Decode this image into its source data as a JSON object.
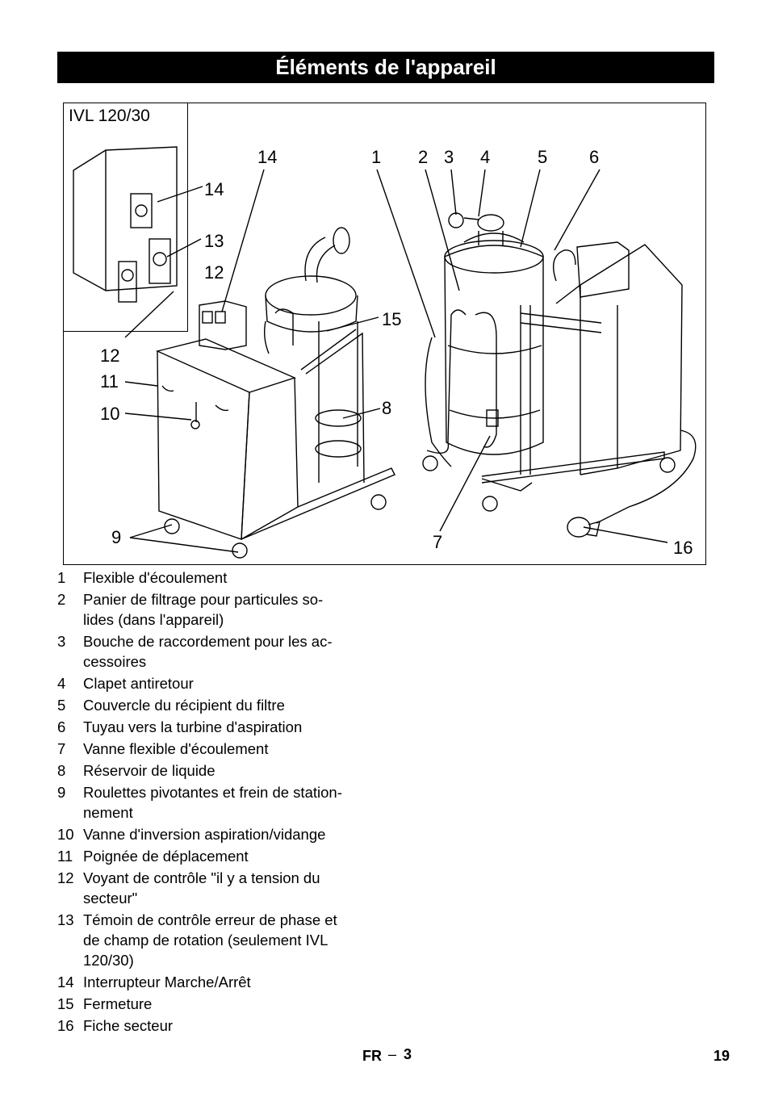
{
  "header": {
    "title": "Éléments de l'appareil"
  },
  "figure": {
    "model": "IVL 120/30",
    "callouts": [
      "14",
      "1",
      "2",
      "3",
      "4",
      "5",
      "6",
      "14",
      "13",
      "12",
      "15",
      "12",
      "11",
      "10",
      "8",
      "9",
      "7",
      "16"
    ]
  },
  "legend": [
    {
      "num": "1",
      "text": "Flexible d'écoulement"
    },
    {
      "num": "2",
      "text": "Panier de filtrage pour particules so-\nlides (dans l'appareil)"
    },
    {
      "num": "3",
      "text": "Bouche de raccordement pour les ac-\ncessoires"
    },
    {
      "num": "4",
      "text": "Clapet antiretour"
    },
    {
      "num": "5",
      "text": "Couvercle du récipient du filtre"
    },
    {
      "num": "6",
      "text": "Tuyau vers la turbine d'aspiration"
    },
    {
      "num": "7",
      "text": "Vanne flexible d'écoulement"
    },
    {
      "num": "8",
      "text": "Réservoir de liquide"
    },
    {
      "num": "9",
      "text": "Roulettes pivotantes et frein de station-\nnement"
    },
    {
      "num": "10",
      "text": "Vanne d'inversion aspiration/vidange"
    },
    {
      "num": "11",
      "text": "Poignée de déplacement"
    },
    {
      "num": "12",
      "text": "Voyant de contrôle \"il y a tension du\nsecteur\""
    },
    {
      "num": "13",
      "text": "Témoin de contrôle erreur de phase et\nde champ de rotation (seulement IVL\n120/30)"
    },
    {
      "num": "14",
      "text": "Interrupteur Marche/Arrêt"
    },
    {
      "num": "15",
      "text": "Fermeture"
    },
    {
      "num": "16",
      "text": "Fiche secteur"
    }
  ],
  "footer": {
    "lang": "FR",
    "dash": "–",
    "sub": "3",
    "page": "19"
  }
}
